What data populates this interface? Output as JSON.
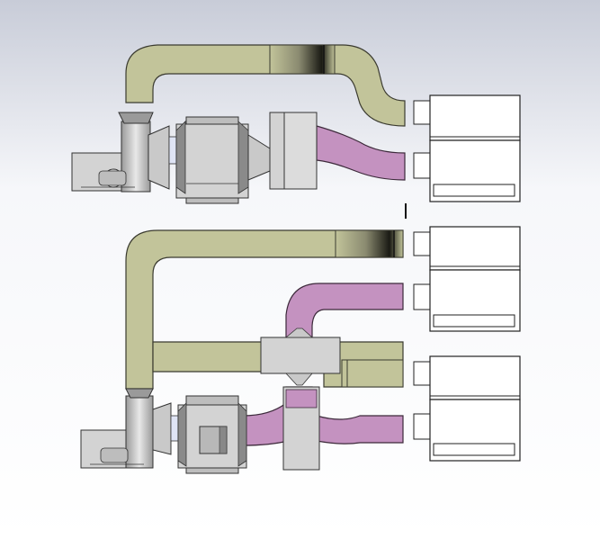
{
  "scene": {
    "background_top": "#c8ccd8",
    "background_mid": "#f6f7fa",
    "background_bottom": "#ffffff"
  },
  "colors": {
    "supply_duct": "#c2c49a",
    "supply_duct_edge": "#3b3b30",
    "exhaust_duct": "#c492c0",
    "exhaust_duct_edge": "#3d2a3b",
    "equipment": "#d3d3d3",
    "equipment_dark": "#8a8a8a",
    "equipment_edge": "#333333",
    "cabinet": "#ffffff",
    "motor_window": "#dfe4f5"
  },
  "assemblies": [
    {
      "id": "upper-assembly",
      "cabinets": 2
    },
    {
      "id": "lower-assembly",
      "cabinets": 4
    }
  ]
}
